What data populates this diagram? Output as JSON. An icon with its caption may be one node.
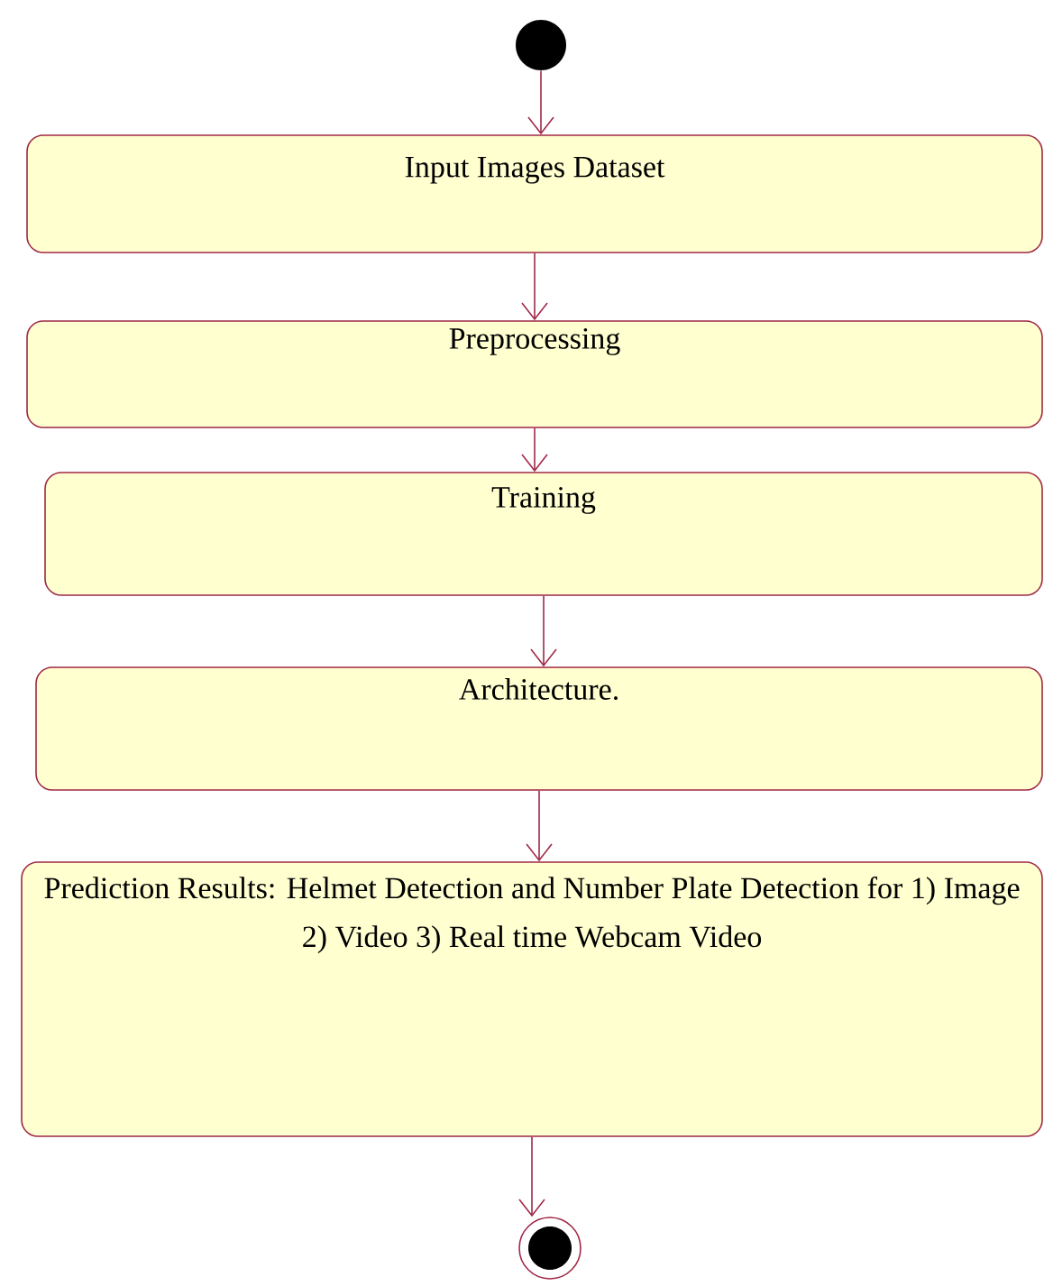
{
  "diagram": {
    "nodes": [
      {
        "text": [],
        "shape": "circle"
      },
      {
        "text": [
          "Input Images Dataset"
        ]
      },
      {
        "text": [
          "Preprocessing"
        ]
      },
      {
        "text": [
          "Training"
        ]
      },
      {
        "text": [
          "Architecture."
        ]
      },
      {
        "text": [
          "Prediction Results: Helmet Detection and Number Plate Detection for 1) Image 2) Video 3) Real time Webcam Video"
        ]
      },
      {
        "text": [],
        "shape": "bullseye"
      }
    ],
    "edges": [
      {
        "from": 0,
        "to": 1,
        "arrow": "to"
      },
      {
        "from": 1,
        "to": 2,
        "arrow": "to"
      },
      {
        "from": 2,
        "to": 3,
        "arrow": "to"
      },
      {
        "from": 3,
        "to": 4,
        "arrow": "to"
      },
      {
        "from": 4,
        "to": 5,
        "arrow": "to"
      },
      {
        "from": 5,
        "to": 6,
        "arrow": "to"
      }
    ]
  }
}
